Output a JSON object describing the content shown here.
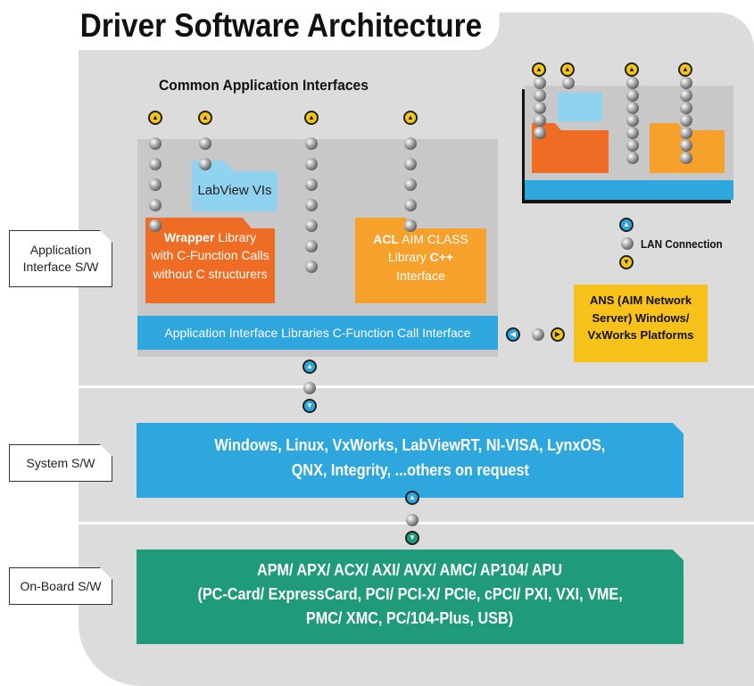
{
  "title": "Driver Software Architecture",
  "section_title": "Common Application Interfaces",
  "side_labels": {
    "application_line1": "Application",
    "application_line2": "Interface S/W",
    "system": "System S/W",
    "onboard": "On-Board S/W"
  },
  "boxes": {
    "labview": "LabView VIs",
    "wrapper_bold": "Wrapper",
    "wrapper_line1_rest": " Library",
    "wrapper_line2": "with C-Function Calls",
    "wrapper_line3": "without C structurers",
    "acl_bold": "ACL",
    "acl_line1_rest": " AIM CLASS",
    "acl_line2_pre": "Library ",
    "acl_line2_bold": "C++",
    "acl_line3": "Interface",
    "api_bar": "Application Interface Libraries C-Function Call Interface",
    "lan_connection": "LAN Connection",
    "ans_line1": "ANS (AIM Network",
    "ans_line2": "Server) Windows/",
    "ans_line3": "VxWorks Platforms"
  },
  "system": {
    "line1": "Windows, Linux, VxWorks, LabViewRT, NI-VISA, LynxOS,",
    "line2": "QNX, Integrity,  ...others on request"
  },
  "onboard": {
    "line1": "APM/ APX/ ACX/ AXI/ AVX/ AMC/ AP104/ APU",
    "line2": "(PC-Card/ ExpressCard, PCI/ PCI-X/ PCIe, cPCI/ PXI, VXI, VME,",
    "line3": "PMC/ XMC, PC/104-Plus, USB)"
  },
  "colors": {
    "backdrop": "#dcdcdc",
    "panel": "#c8c8c8",
    "blue": "#2ea7df",
    "light_blue": "#8fd3f0",
    "orange": "#ef6c24",
    "amber": "#f6a12b",
    "yellow": "#f8c21a",
    "green": "#1f9a7b"
  },
  "icons": {
    "up_connector": "up-arrow-connector-icon",
    "down_connector": "down-arrow-connector-icon",
    "left_connector": "left-arrow-connector-icon",
    "right_connector": "right-arrow-connector-icon",
    "chain_dot": "chain-dot-icon"
  }
}
